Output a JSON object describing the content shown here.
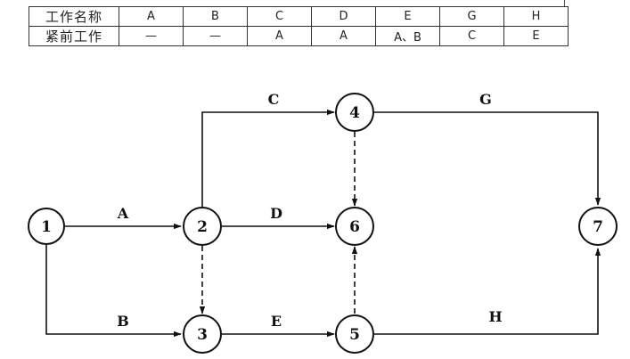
{
  "table": {
    "row_header": [
      "工作名称",
      "紧前工作"
    ],
    "columns": [
      {
        "name": "A",
        "pred": "—"
      },
      {
        "name": "B",
        "pred": "—"
      },
      {
        "name": "C",
        "pred": "A"
      },
      {
        "name": "D",
        "pred": "A"
      },
      {
        "name": "E",
        "pred": "A、B"
      },
      {
        "name": "G",
        "pred": "C"
      },
      {
        "name": "H",
        "pred": "E"
      }
    ]
  },
  "network": {
    "nodes": [
      "1",
      "2",
      "3",
      "4",
      "5",
      "6",
      "7"
    ],
    "activities": [
      {
        "label": "A",
        "from": "1",
        "to": "2"
      },
      {
        "label": "B",
        "from": "1",
        "to": "3"
      },
      {
        "label": "C",
        "from": "2",
        "to": "4"
      },
      {
        "label": "D",
        "from": "2",
        "to": "6"
      },
      {
        "label": "E",
        "from": "3",
        "to": "5"
      },
      {
        "label": "G",
        "from": "4",
        "to": "7"
      },
      {
        "label": "H",
        "from": "5",
        "to": "7"
      }
    ],
    "dummies": [
      {
        "from": "2",
        "to": "3"
      },
      {
        "from": "4",
        "to": "6"
      },
      {
        "from": "5",
        "to": "6"
      }
    ]
  }
}
